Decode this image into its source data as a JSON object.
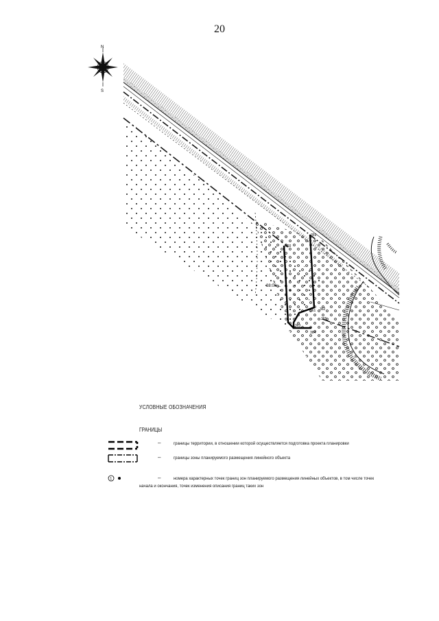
{
  "page": {
    "number": "20"
  },
  "compass": {
    "north": "N",
    "south": "S"
  },
  "map": {
    "point_labels": [
      "359",
      "360",
      "361",
      "362",
      "363",
      "364",
      "365"
    ],
    "area_label": "38:06:...",
    "colors": {
      "ink": "#111111",
      "boundary": "#000000"
    }
  },
  "legend": {
    "title": "УСЛОВНЫЕ  ОБОЗНАЧЕНИЯ",
    "section": "ГРАНИЦЫ",
    "items": [
      {
        "symbol": "territory-boundary",
        "dash": "–",
        "text": "границы  территории,  в  отношении  которой  осуществляется  подготовка  проекта  планировки"
      },
      {
        "symbol": "zone-boundary",
        "dash": "–",
        "text": "границы  зоны  планируемого  размещения  линейного  объекта"
      },
      {
        "symbol": "point-number",
        "dash": "–",
        "text_line1": "номера  характерных  точек  границ  зон  планируемого  размещения  линейных  объектов,  в  том  числе  точек",
        "text_line2": "начала  и  окончания,  точек  изменения  описания  границ  таких  зон"
      }
    ]
  }
}
